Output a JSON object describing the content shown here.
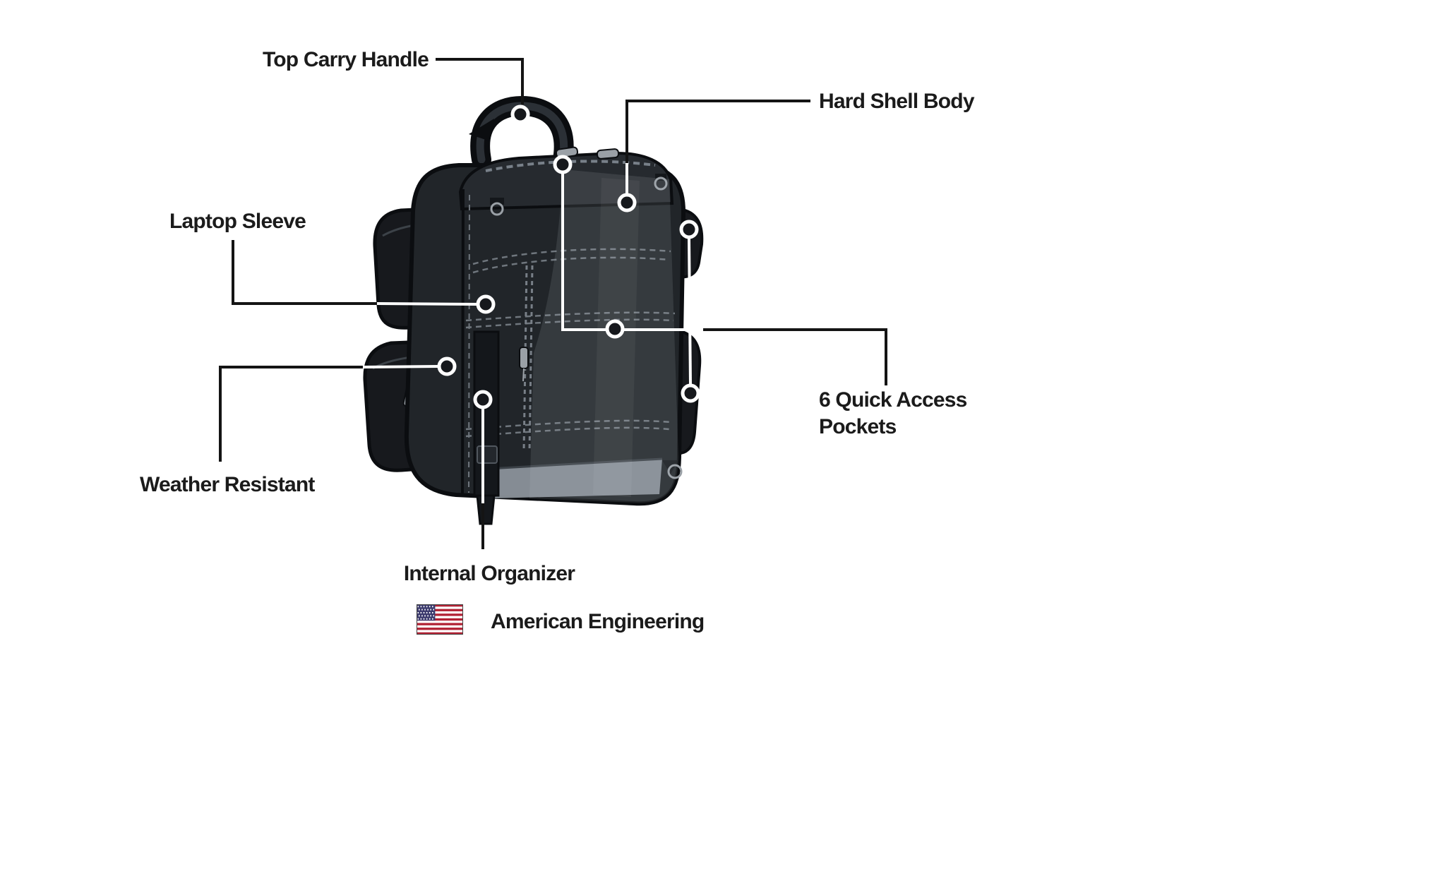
{
  "labels": {
    "top_carry_handle": "Top Carry Handle",
    "hard_shell_body": "Hard Shell Body",
    "laptop_sleeve": "Laptop Sleeve",
    "weather_resistant": "Weather Resistant",
    "quick_access_line1": "6 Quick Access",
    "quick_access_line2": "Pockets",
    "internal_organizer": "Internal Organizer",
    "american_engineering": "American Engineering"
  },
  "icons": {
    "flag": "us-flag-icon"
  },
  "colors": {
    "page-bg": "#ffffff",
    "label-color": "#1b1b1b",
    "line-dark": "#141414",
    "line-light": "#ffffff",
    "bag-body": "#212529",
    "bag-dark": "#17191d",
    "bag-outline": "#0b0d10",
    "bag-gloss": "#c3cad1",
    "stitch": "#6f767d",
    "metal": "#9aa0a6",
    "bottom-gray": "#9098a0",
    "flag-red": "#b22234",
    "flag-blue": "#3c3b6e"
  }
}
